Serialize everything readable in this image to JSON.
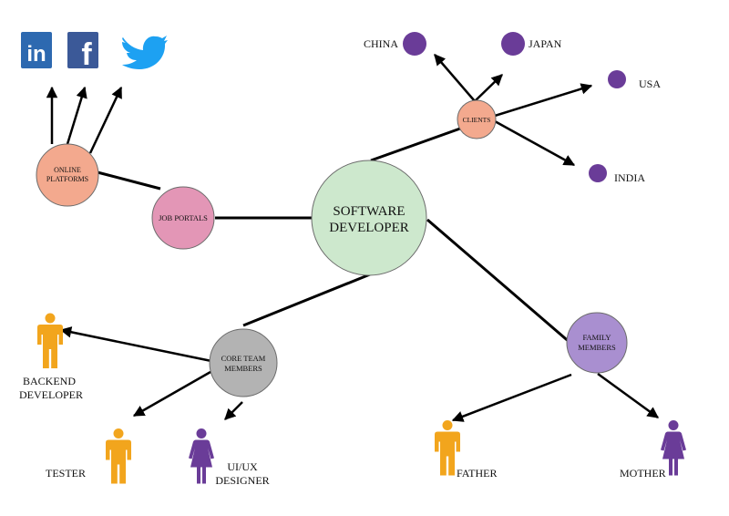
{
  "colors": {
    "center": "#cde8cd",
    "pink": "#e396b6",
    "salmon": "#f3a98e",
    "gray": "#b3b3b3",
    "lavender": "#a98fd0",
    "purple": "#6a3c98",
    "orange": "#f2a51d",
    "linkedin": "#2d69b0",
    "facebook": "#3b5998",
    "twitter": "#1da1f2"
  },
  "nodes": {
    "center": {
      "line1": "SOFTWARE",
      "line2": "DEVELOPER"
    },
    "job_portals": {
      "label": "JOB PORTALS"
    },
    "online_platforms": {
      "line1": "ONLINE",
      "line2": "PLATFORMS"
    },
    "clients": {
      "label": "CLIENTS"
    },
    "core_team": {
      "line1": "CORE TEAM",
      "line2": "MEMBERS"
    },
    "family": {
      "line1": "FAMILY",
      "line2": "MEMBERS"
    }
  },
  "countries": [
    "CHINA",
    "JAPAN",
    "USA",
    "INDIA"
  ],
  "people": {
    "backend": {
      "line1": "BACKEND",
      "line2": "DEVELOPER"
    },
    "tester": "TESTER",
    "uiux": {
      "line1": "UI/UX",
      "line2": "DESIGNER"
    },
    "father": "FATHER",
    "mother": "MOTHER"
  },
  "social_icons": [
    "linkedin-icon",
    "facebook-icon",
    "twitter-icon"
  ],
  "social": {
    "linkedin_glyph": "in",
    "facebook_glyph": "f"
  }
}
